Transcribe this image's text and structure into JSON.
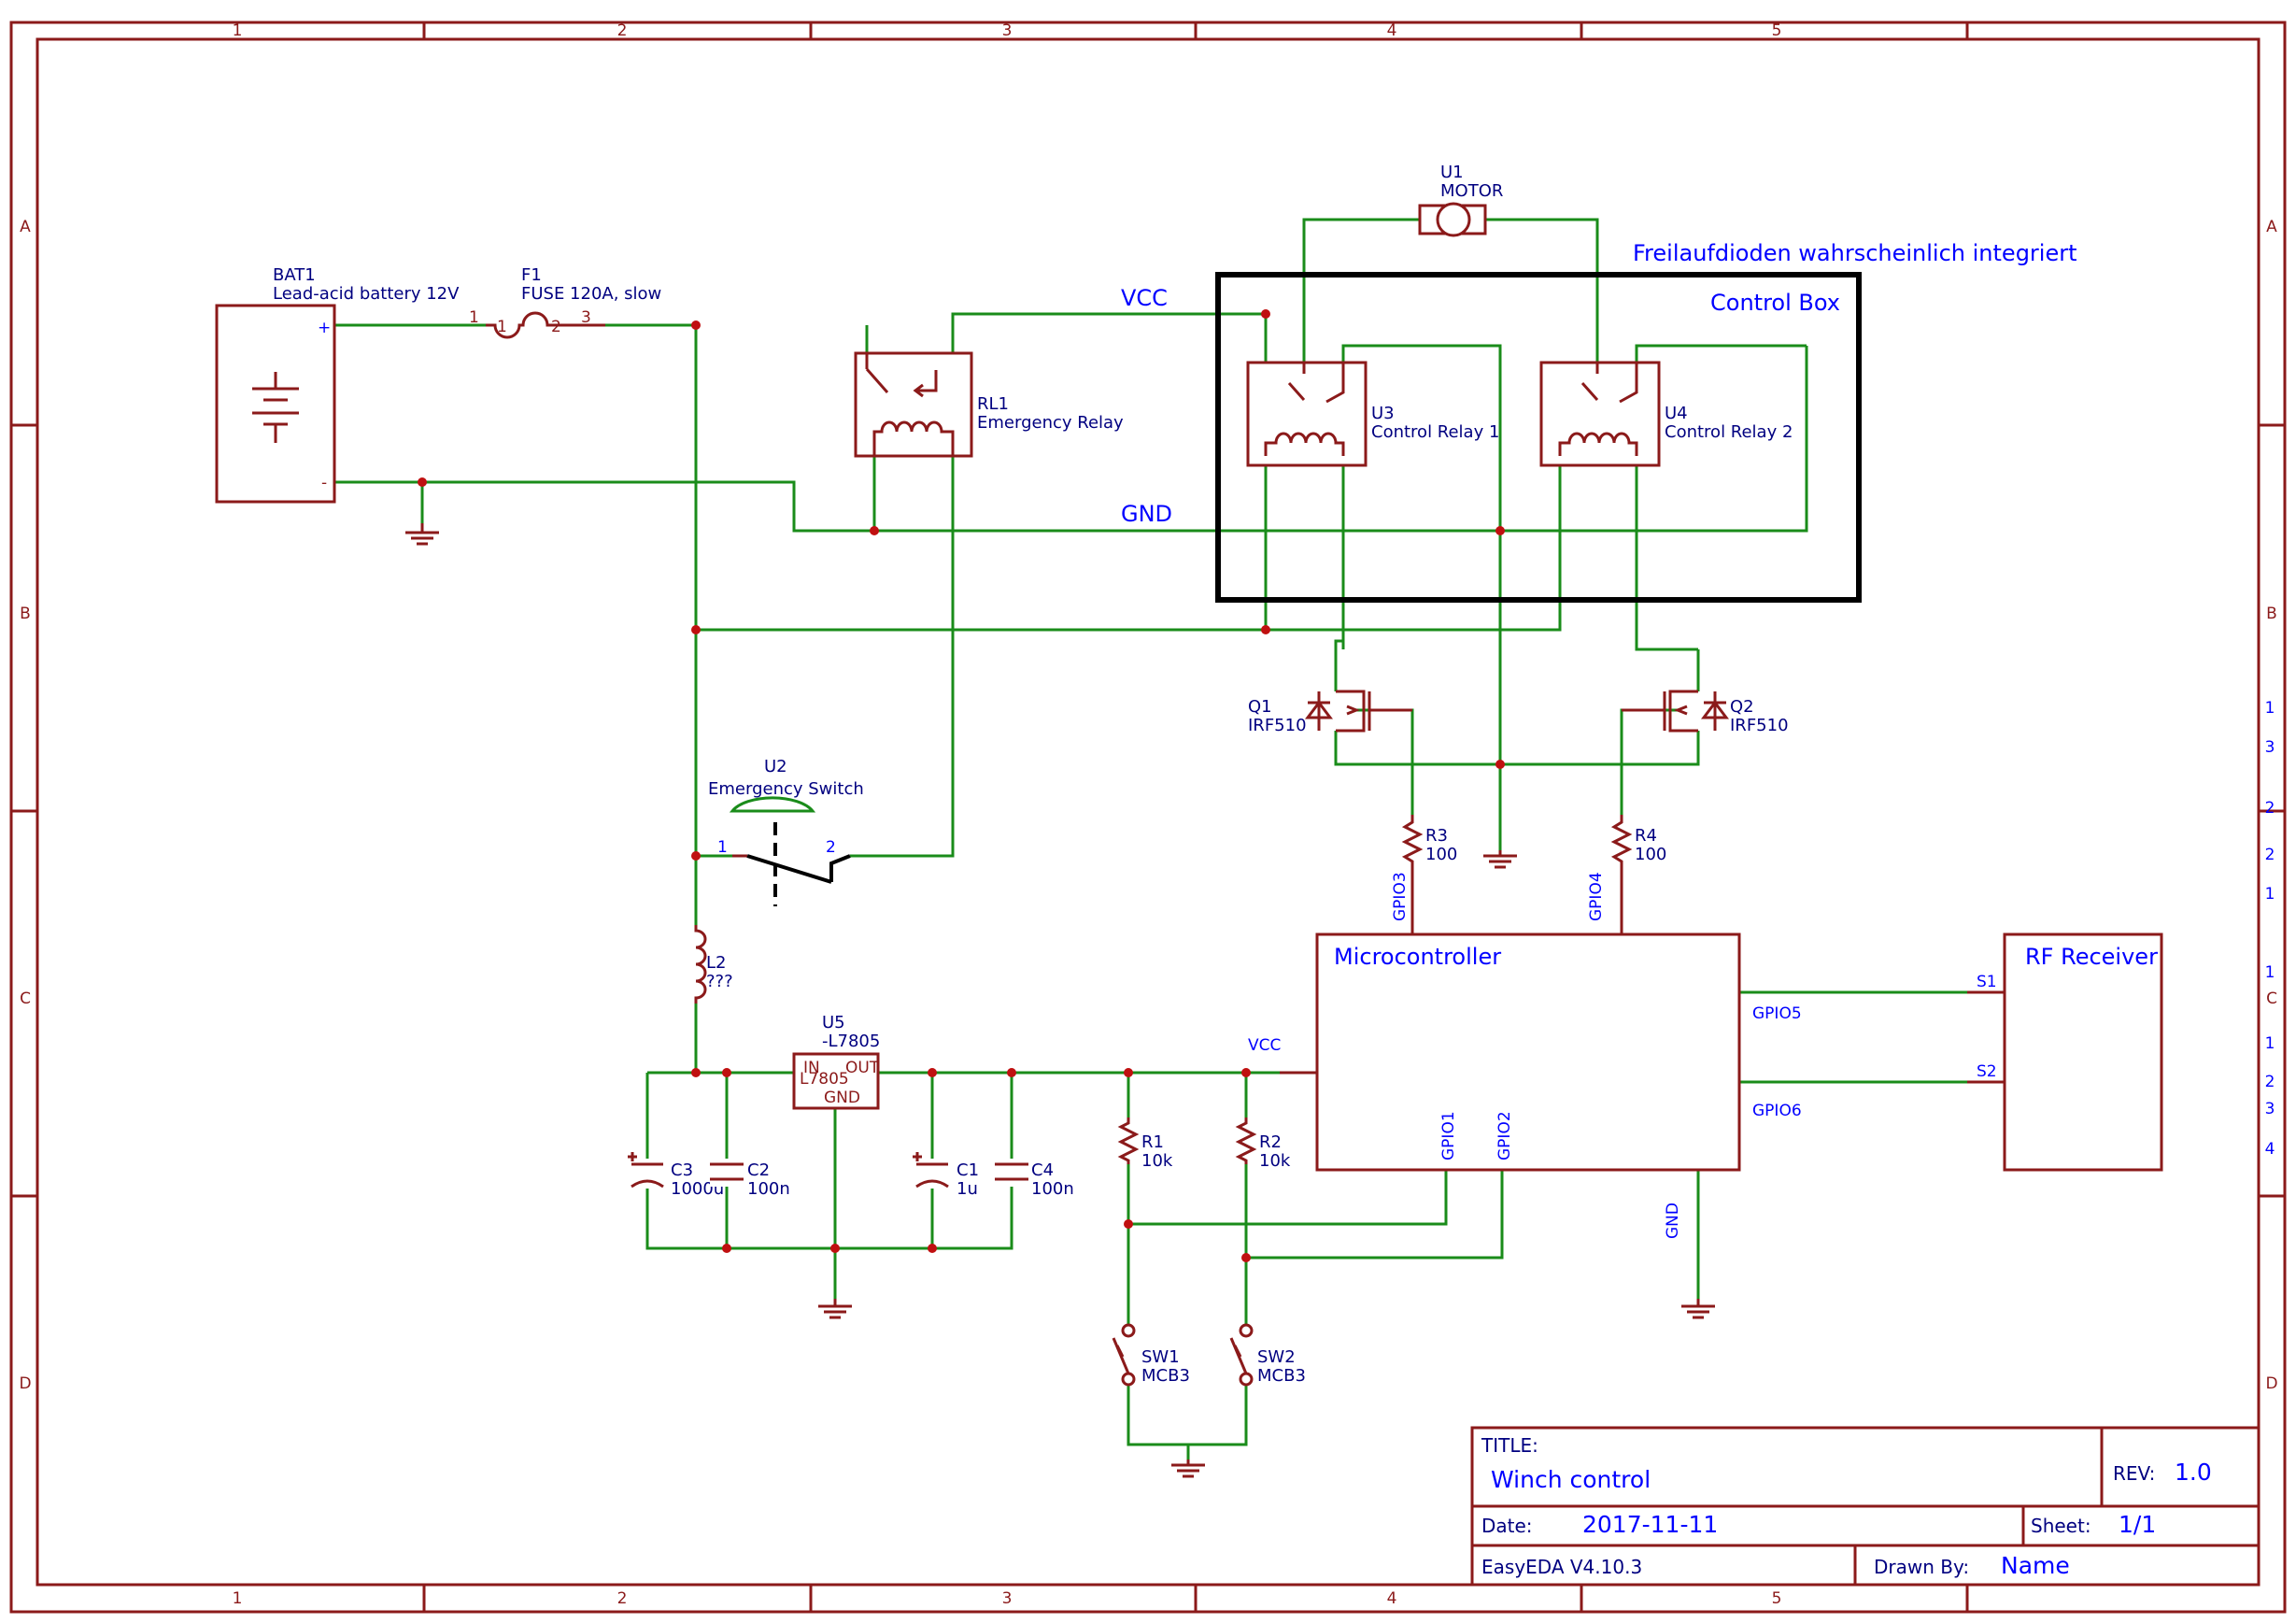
{
  "frame": {
    "columns": [
      "1",
      "2",
      "3",
      "4",
      "5"
    ],
    "rows": [
      "A",
      "B",
      "C",
      "D"
    ]
  },
  "components": {
    "bat1": {
      "ref": "BAT1",
      "value": "Lead-acid battery 12V",
      "pin_plus": "+",
      "pin_minus": "-"
    },
    "f1": {
      "ref": "F1",
      "value": "FUSE 120A, slow",
      "pins": [
        "1",
        "1",
        "2",
        "3"
      ]
    },
    "rl1": {
      "ref": "RL1",
      "value": "Emergency Relay"
    },
    "u1": {
      "ref": "U1",
      "value": "MOTOR"
    },
    "u3": {
      "ref": "U3",
      "value": "Control Relay 1"
    },
    "u4": {
      "ref": "U4",
      "value": "Control Relay 2"
    },
    "q1": {
      "ref": "Q1",
      "value": "IRF510"
    },
    "q2": {
      "ref": "Q2",
      "value": "IRF510"
    },
    "r3": {
      "ref": "R3",
      "value": "100"
    },
    "r4": {
      "ref": "R4",
      "value": "100"
    },
    "u2": {
      "ref": "U2",
      "value": "Emergency Switch",
      "pin1": "1",
      "pin2": "2"
    },
    "l2": {
      "ref": "L2",
      "value": "???"
    },
    "u5": {
      "ref": "U5",
      "value": "-L7805",
      "in": "IN",
      "out": "OUT",
      "gnd": "GND",
      "body": "L7805"
    },
    "c3": {
      "ref": "C3",
      "value": "1000u"
    },
    "c2": {
      "ref": "C2",
      "value": "100n"
    },
    "c1": {
      "ref": "C1",
      "value": "1u"
    },
    "c4": {
      "ref": "C4",
      "value": "100n"
    },
    "r1": {
      "ref": "R1",
      "value": "10k"
    },
    "r2": {
      "ref": "R2",
      "value": "10k"
    },
    "sw1": {
      "ref": "SW1",
      "value": "MCB3"
    },
    "sw2": {
      "ref": "SW2",
      "value": "MCB3"
    }
  },
  "nets": {
    "vcc_top": "VCC",
    "gnd_top": "GND",
    "vcc_mcu": "VCC",
    "gpio3": "GPIO3",
    "gpio4": "GPIO4",
    "gpio5": "GPIO5",
    "gpio6": "GPIO6",
    "gpio1": "GPIO1",
    "gpio2": "GPIO2",
    "gnd_mcu": "GND",
    "s1": "S1",
    "s2": "S2"
  },
  "blocks": {
    "control_box": "Control Box",
    "note": "Freilaufdioden wahrscheinlich integriert",
    "microcontroller": "Microcontroller",
    "rf_receiver": "RF Receiver"
  },
  "side_marks": [
    "1",
    "3",
    "2",
    "2",
    "1",
    "1",
    "1",
    "2",
    "3",
    "4"
  ],
  "title_block": {
    "title_label": "TITLE:",
    "title": "Winch control",
    "rev_label": "REV:",
    "rev": "1.0",
    "date_label": "Date:",
    "date": "2017-11-11",
    "sheet_label": "Sheet:",
    "sheet": "1/1",
    "tool": "EasyEDA V4.10.3",
    "drawn_label": "Drawn By:",
    "drawn": "Name"
  },
  "colors": {
    "frame": "#8b1a1a",
    "wire": "#1a8c1a",
    "label": "#000080",
    "net": "#0000ff"
  }
}
